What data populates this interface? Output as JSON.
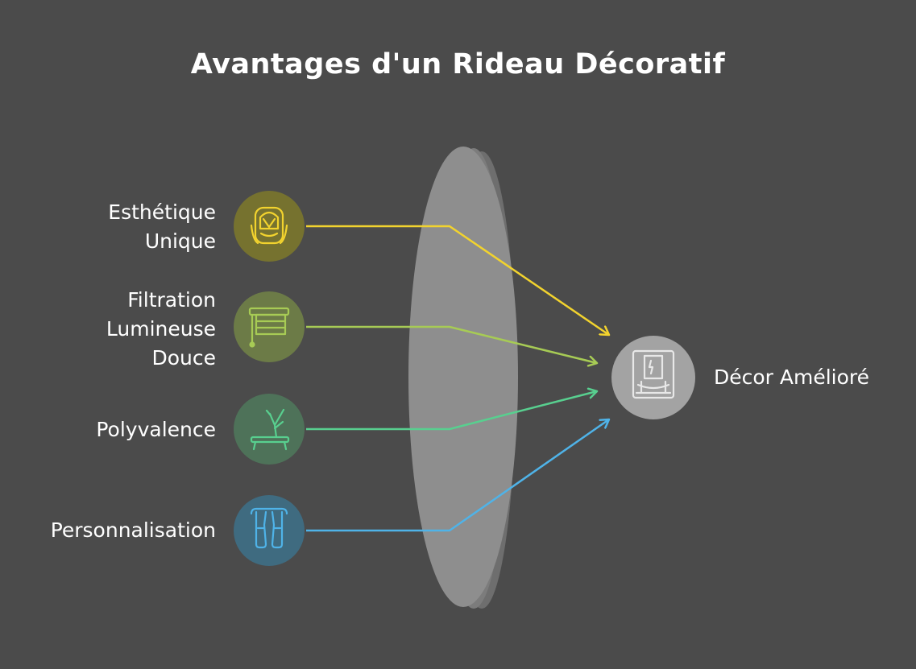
{
  "title": "Avantages d'un Rideau Décoratif",
  "inputs": [
    {
      "label": "Esthétique\nUnique",
      "icon": "car-seat-icon",
      "color": "#f2d32e",
      "circle": "#76722f"
    },
    {
      "label": "Filtration\nLumineuse\nDouce",
      "icon": "roller-blind-icon",
      "color": "#a7cb55",
      "circle": "#6c7b47"
    },
    {
      "label": "Polyvalence",
      "icon": "bench-plant-icon",
      "color": "#58cf8f",
      "circle": "#4e7259"
    },
    {
      "label": "Personnalisation",
      "icon": "curtain-icon",
      "color": "#4fb3e8",
      "circle": "#3f6b80"
    }
  ],
  "output": {
    "label": "Décor Amélioré",
    "icon": "decorated-window-icon",
    "color": "#a3a3a3"
  },
  "background": "#4b4b4b",
  "lens_color": "#8e8e8e"
}
